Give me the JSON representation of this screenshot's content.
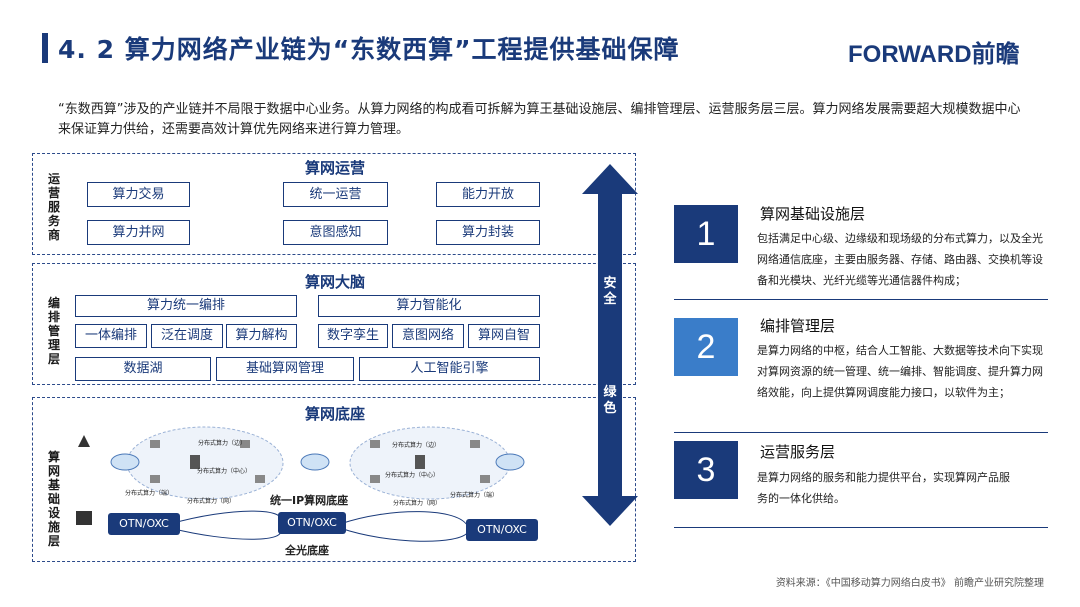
{
  "header": {
    "title": "4. 2 算力网络产业链为“东数西算”工程提供基础保障",
    "logo_text": "FORWARD前瞻"
  },
  "intro": "“东数西算”涉及的产业链并不局限于数据中心业务。从算力网络的构成看可拆解为算王基础设施层、编排管理层、运营服务层三层。算力网络发展需要超大规模数据中心来保证算力供给，还需要高效计算优先网络来进行算力管理。",
  "diagram": {
    "ops": {
      "title": "算网运营",
      "side": "运营服务商",
      "boxes": [
        "算力交易",
        "统一运营",
        "能力开放",
        "算力并网",
        "意图感知",
        "算力封装"
      ]
    },
    "brain": {
      "title": "算网大脑",
      "side": "编排管理层",
      "boxes": [
        "算力统一编排",
        "算力智能化",
        "一体编排",
        "泛在调度",
        "算力解构",
        "数字孪生",
        "意图网络",
        "算网自智",
        "数据湖",
        "基础算网管理",
        "人工智能引擎"
      ]
    },
    "base": {
      "title": "算网底座",
      "side": "算网基础设施层",
      "left_cluster": [
        "分布式算力（边）",
        "分布式算力（中心）",
        "分布式算力（端）",
        "分布式算力（网）"
      ],
      "right_cluster": [
        "分布式算力（边）",
        "分布式算力（中心）",
        "分布式算力（端）",
        "分布式算力（网）"
      ],
      "ip_label": "统一IP算网底座",
      "otn": [
        "OTN/OXC",
        "OTN/OXC",
        "OTN/OXC"
      ],
      "optical_label": "全光底座"
    },
    "arrow": {
      "top_label": "安全",
      "bottom_label": "绿色"
    }
  },
  "layers": [
    {
      "number": "1",
      "title": "算网基础设施层",
      "desc": "包括满足中心级、边缘级和现场级的分布式算力，以及全光网络通信底座，主要由服务器、存储、路由器、交换机等设备和光模块、光纤光缆等光通信器件构成；",
      "color": "#1a3a7a"
    },
    {
      "number": "2",
      "title": "编排管理层",
      "desc": "是算力网络的中枢，结合人工智能、大数据等技术向下实现对算网资源的统一管理、统一编排、智能调度、提升算力网络效能，向上提供算网调度能力接口，以软件为主；",
      "color": "#3a7dc9"
    },
    {
      "number": "3",
      "title": "运营服务层",
      "desc": "是算力网络的服务和能力提供平台，实现算网产品服务的一体化供给。",
      "color": "#1a3a7a"
    }
  ],
  "source": "资料来源：《中国移动算力网络白皮书》 前瞻产业研究院整理"
}
